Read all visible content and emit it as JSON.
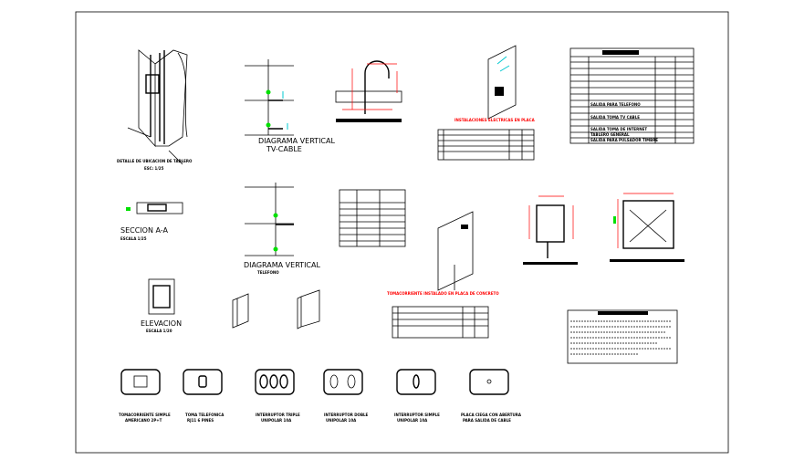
{
  "sheet": {
    "background": "#ffffff",
    "line_color": "#000000",
    "accent_red": "#ff0000",
    "accent_green": "#00e000",
    "accent_cyan": "#00c8d0"
  },
  "details": {
    "tablero": {
      "title": "DETALLE DE UBICACION DE TABLERO",
      "scale": "ESC: 1/25"
    },
    "tv_cable": {
      "title": "DIAGRAMA VERTICAL",
      "subtitle": "TV-CABLE"
    },
    "seccion": {
      "title": "SECCION A-A",
      "scale": "ESCALA 1/25"
    },
    "telefono": {
      "title": "DIAGRAMA VERTICAL",
      "subtitle": "TELEFONO"
    },
    "elevacion": {
      "title": "ELEVACION",
      "scale": "ESCALA 1/20"
    },
    "placa_title": "INSTALACIONES ELECTRICAS EN PLACA",
    "tomacorriente_title": "TOMACORRIENTE INSTALADO EN PLACA DE CONCRETO"
  },
  "devices": [
    {
      "line1": "TOMACORRIENTE SIMPLE",
      "line2": "AMERICANO 2P+T"
    },
    {
      "line1": "TOMA TELEFONICA",
      "line2": "RJ11 6 PINES"
    },
    {
      "line1": "INTERRUPTOR TRIPLE",
      "line2": "UNIPOLAR 10A"
    },
    {
      "line1": "INTERRUPTOR DOBLE",
      "line2": "UNIPOLAR 10A"
    },
    {
      "line1": "INTERRUPTOR SIMPLE",
      "line2": "UNIPOLAR 10A"
    },
    {
      "line1": "PLACA CIEGA CON ABERTURA",
      "line2": "PARA SALIDA DE CABLE"
    }
  ],
  "legend_rows": [
    "SALIDA PARA TELEFONO",
    "SALIDA TOMA TV CABLE",
    "SALIDA TOMA DE INTERNET",
    "TABLERO GENERAL",
    "SALIDA PARA PULSADOR TIMBRE"
  ]
}
